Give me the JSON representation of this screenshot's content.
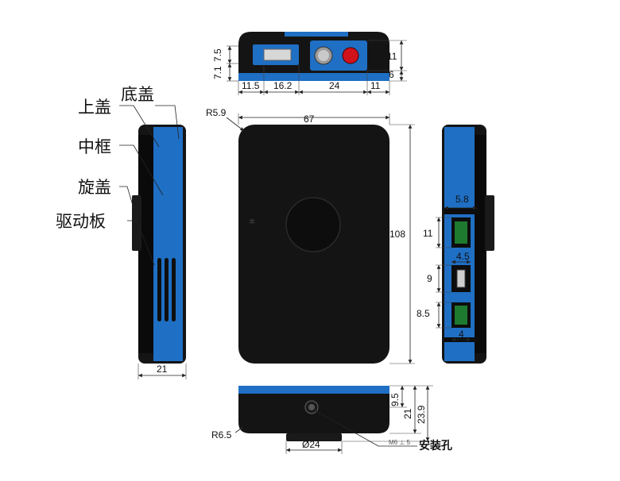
{
  "labels": {
    "top_cover": "上盖",
    "bottom_cover": "底盖",
    "middle_frame": "中框",
    "rotary_cover": "旋盖",
    "driver_board": "驱动板",
    "mounting_hole": "安装孔"
  },
  "top_view_dims": {
    "h1": "7.5",
    "h2": "7.1",
    "w1": "11.5",
    "w2": "16.2",
    "w3": "24",
    "w4": "11",
    "r1": "11",
    "r2": "6"
  },
  "front_view_dims": {
    "radius": "R5.9",
    "width": "67",
    "height": "108"
  },
  "left_view_dims": {
    "thickness": "21"
  },
  "right_view_dims": {
    "d1": "5.8",
    "d2": "11",
    "d3": "4.5",
    "d4": "9",
    "d5": "8.5",
    "d6": "4"
  },
  "bottom_view_dims": {
    "radius": "R6.5",
    "diameter": "Ø24",
    "d1": "9.5",
    "d2": "21",
    "d3": "23.9",
    "thread": "M6 ⊥ 5"
  },
  "colors": {
    "body": "#141414",
    "accent": "#1f6fc4",
    "red_button": "#d0121b",
    "green_port": "#1e7a2e"
  }
}
